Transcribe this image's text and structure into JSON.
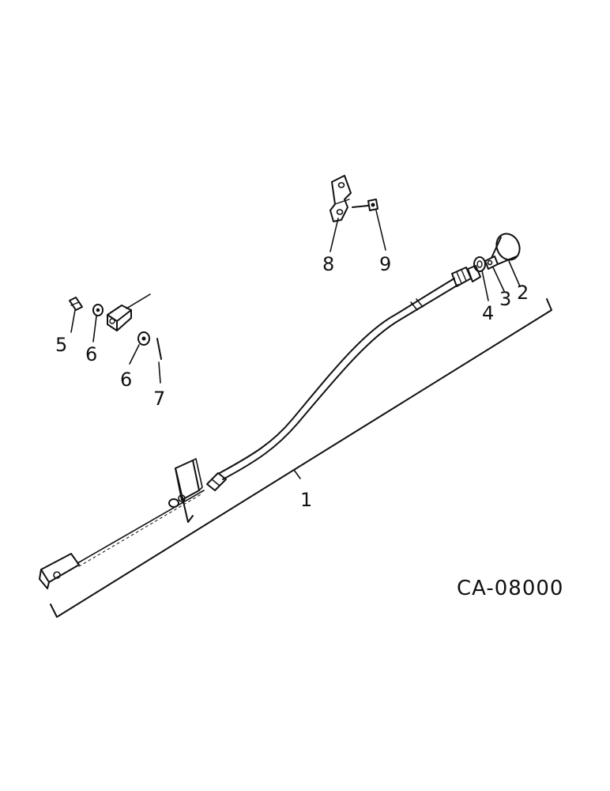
{
  "callouts": {
    "c1": "1",
    "c2": "2",
    "c3": "3",
    "c4": "4",
    "c5": "5",
    "c6a": "6",
    "c6b": "6",
    "c7": "7",
    "c8": "8",
    "c9": "9"
  },
  "figure_code": "CA-08000"
}
